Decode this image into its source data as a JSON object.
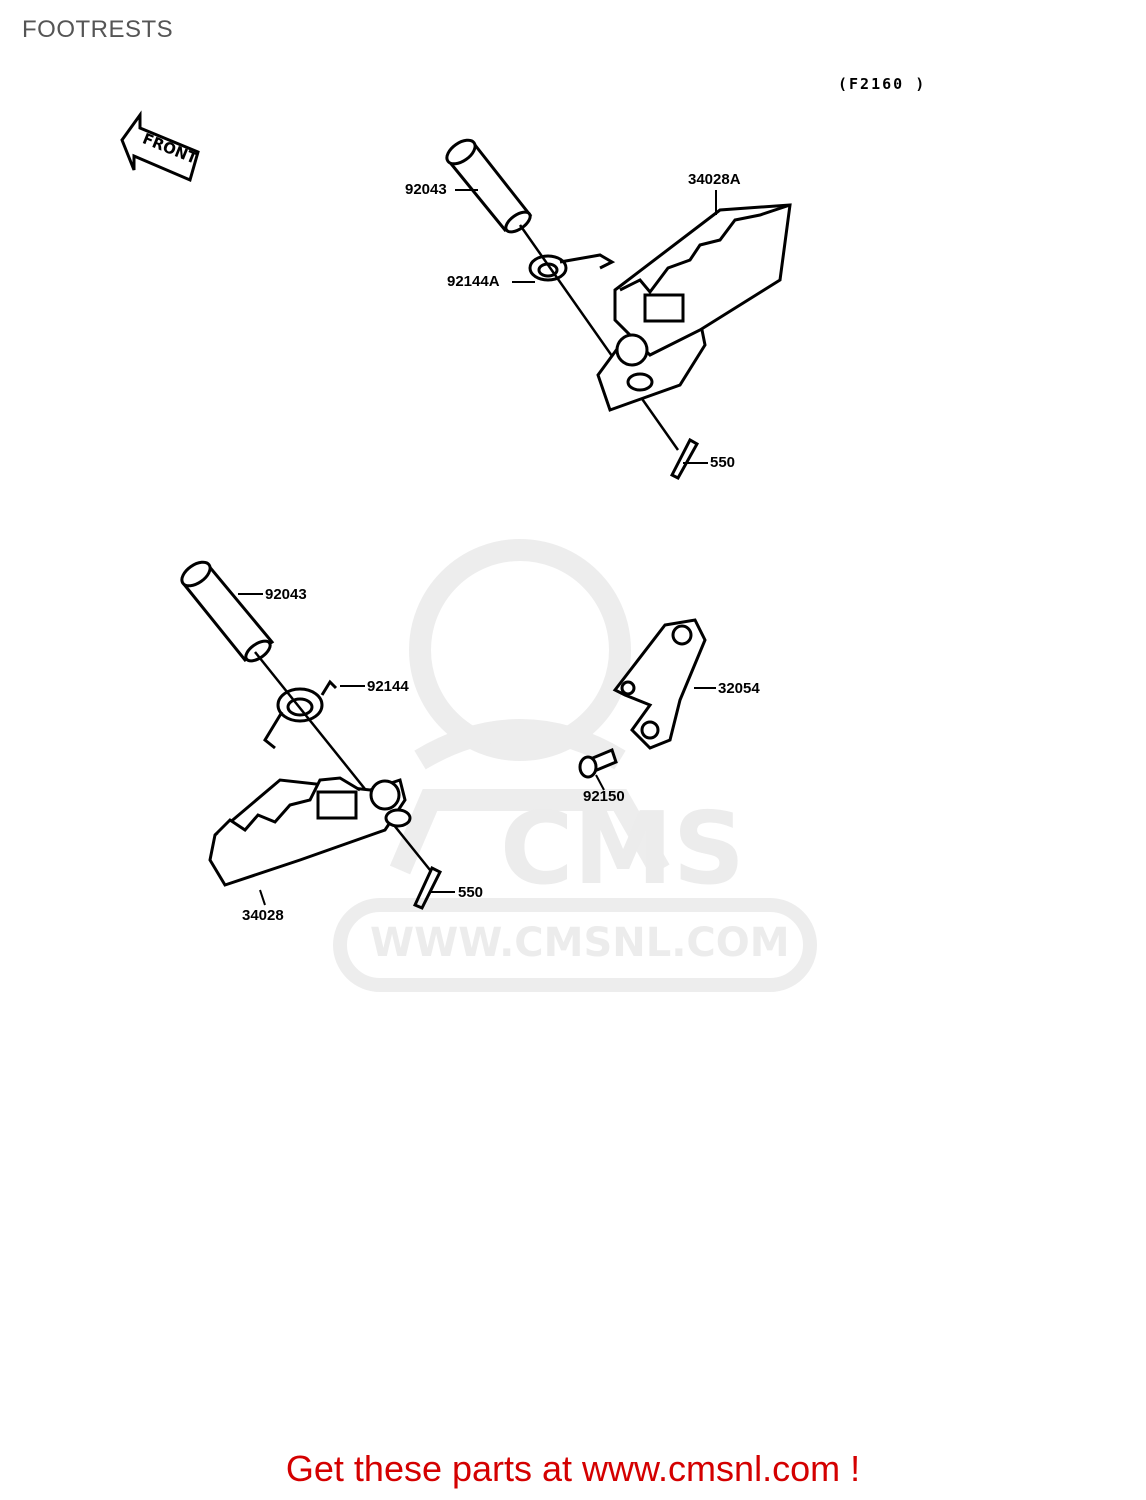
{
  "header": {
    "title": "FOOTRESTS",
    "figure_code": "(F2160 )"
  },
  "front_arrow": {
    "label": "FRONT"
  },
  "watermark": {
    "brand": "CMS",
    "url": "WWW.CMSNL.COM"
  },
  "callouts": {
    "pin_upper": "92043",
    "spring_upper": "92144A",
    "footrest_upper": "34028A",
    "cotter_upper": "550",
    "pin_lower": "92043",
    "spring_lower": "92144",
    "bracket": "32054",
    "bolt": "92150",
    "cotter_lower": "550",
    "footrest_lower": "34028"
  },
  "footer": {
    "promo_text": "Get these parts at www.cmsnl.com !"
  },
  "colors": {
    "promo": "#d40000",
    "line_art": "#000000",
    "watermark": "#ececec",
    "title": "#555555"
  }
}
